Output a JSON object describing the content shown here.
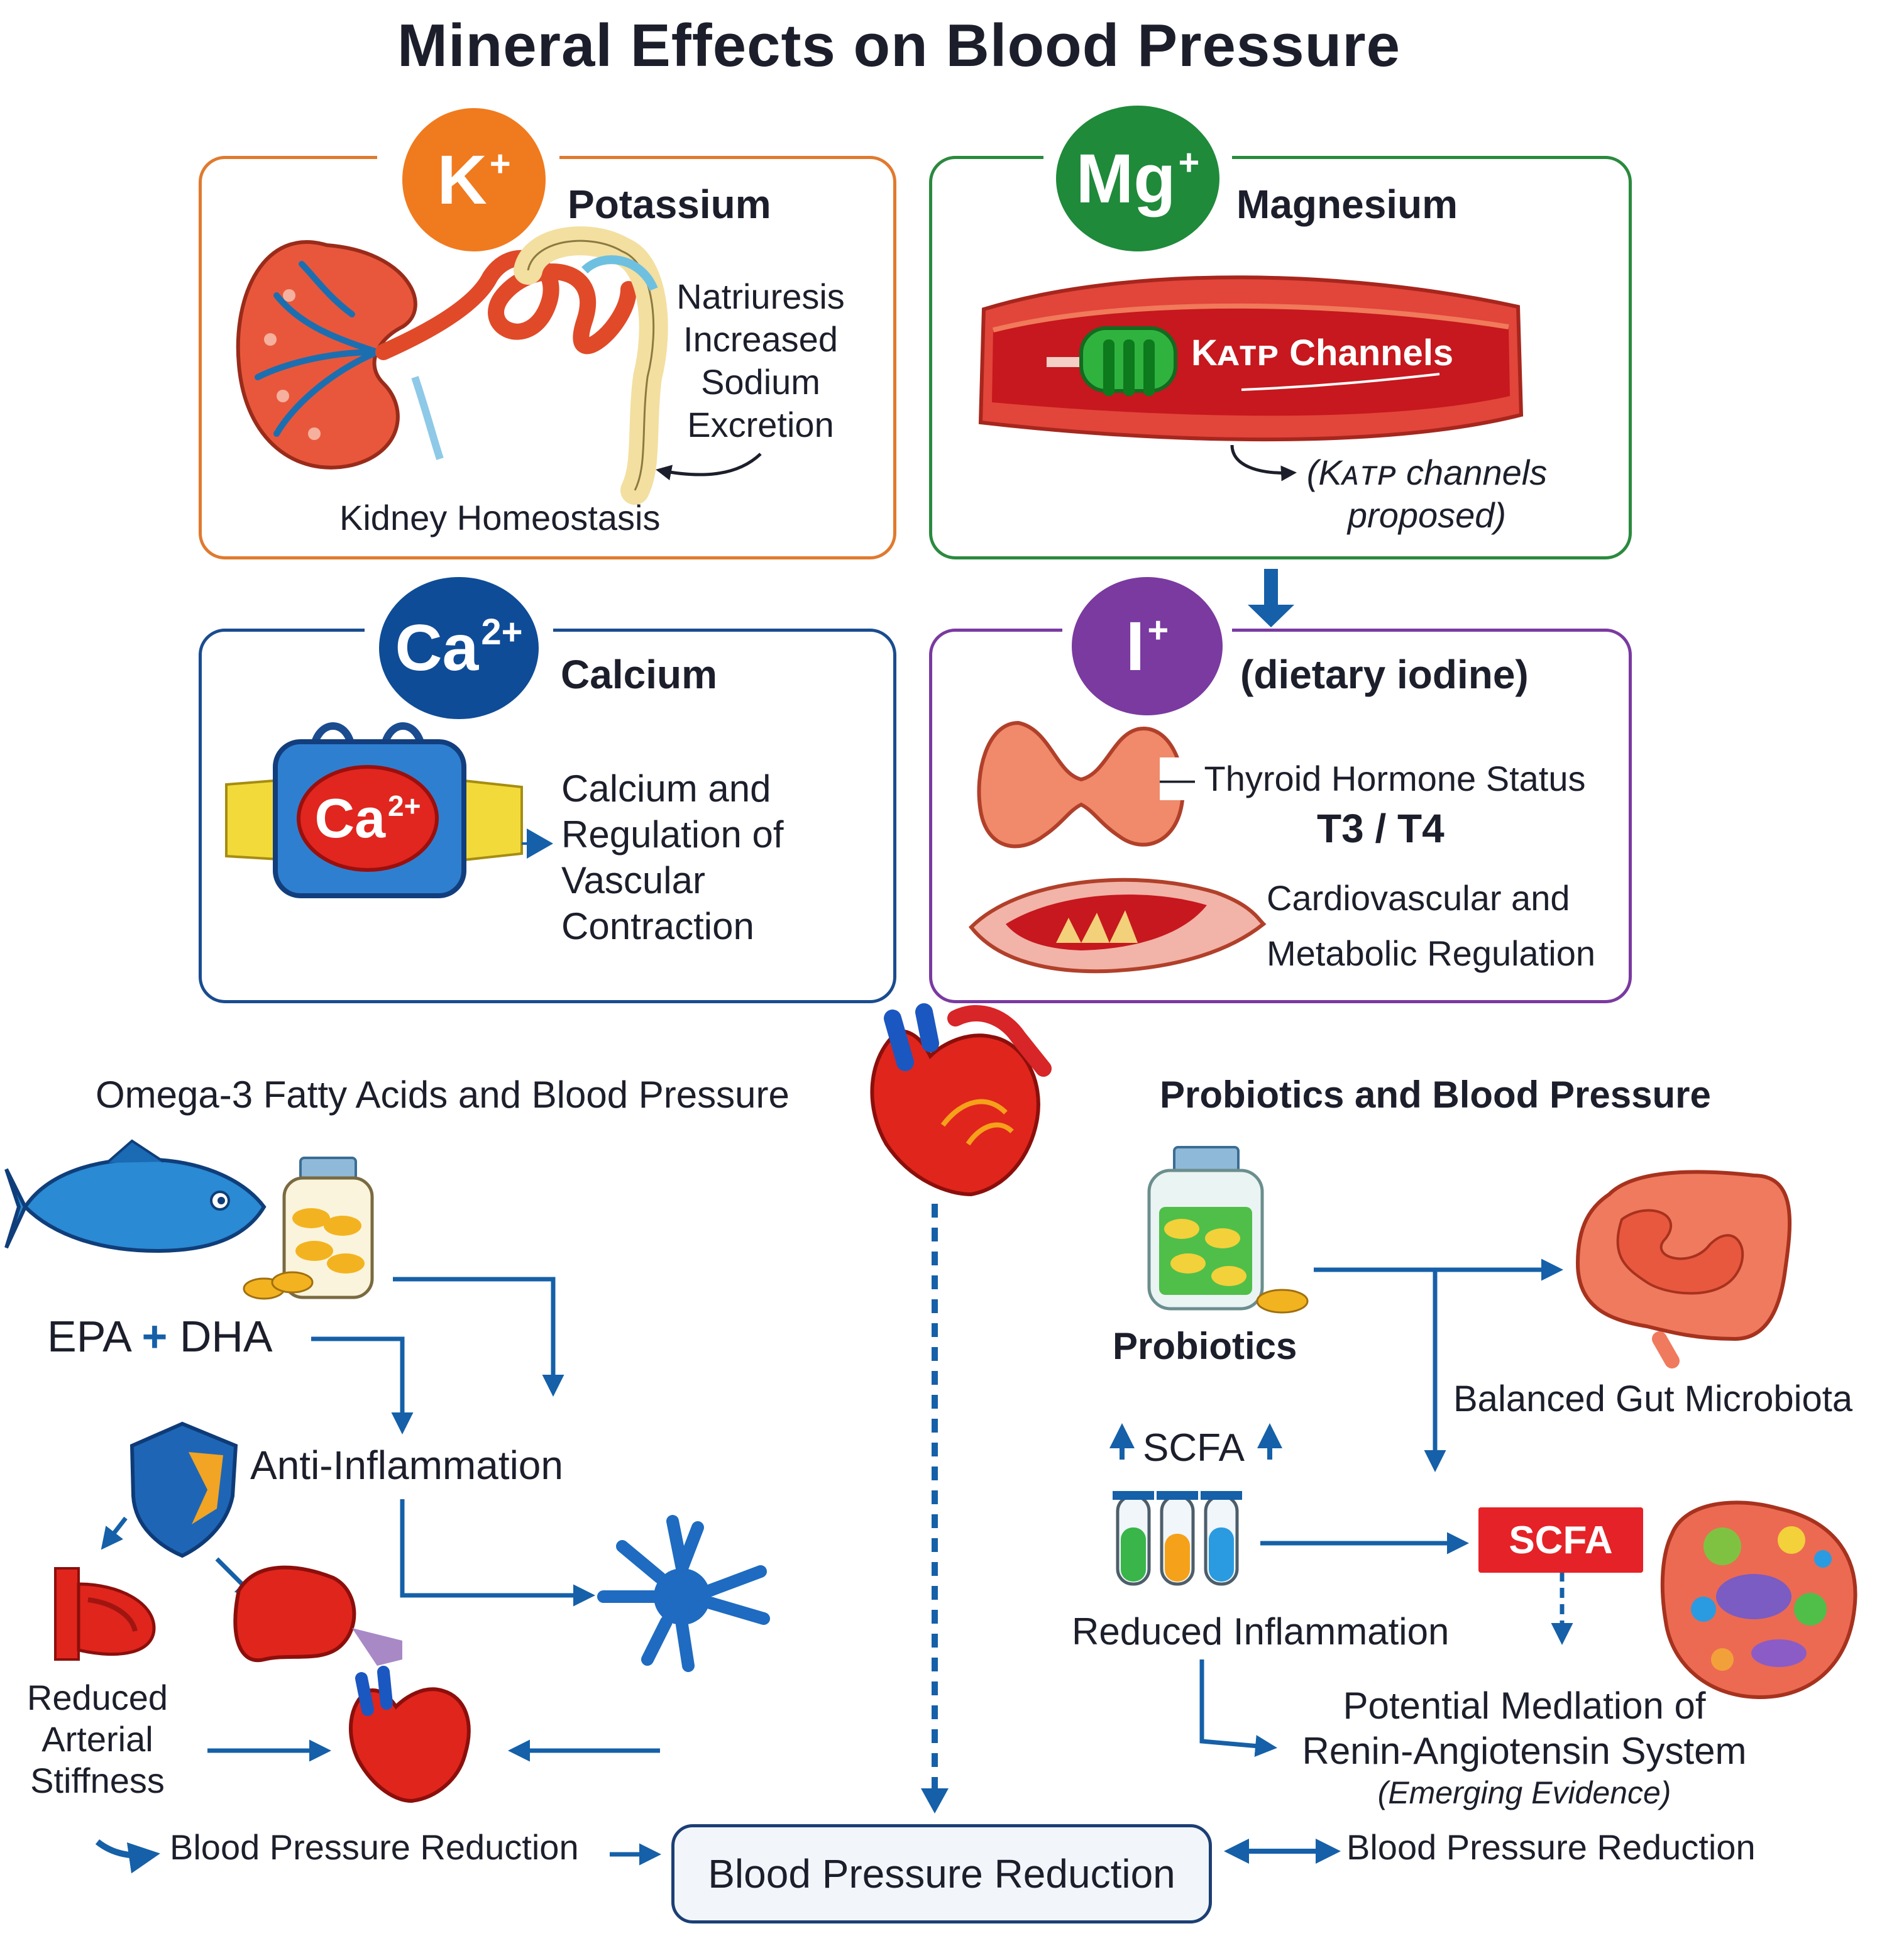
{
  "title": "Mineral Effects on Blood Pressure",
  "colors": {
    "potassium": "#f07a1e",
    "magnesium": "#1f8a3a",
    "calcium": "#0f4c97",
    "iodine": "#7a3aa0",
    "arrow": "#1560a8",
    "scfa": "#e52227"
  },
  "potassium": {
    "symbol": "K",
    "charge": "+",
    "name": "Potassium",
    "effect_lines": [
      "Natriuresis",
      "Increased",
      "Sodium",
      "Excretion"
    ],
    "caption": "Kidney Homeostasis"
  },
  "magnesium": {
    "symbol": "Mg",
    "charge": "+",
    "name": "Magnesium",
    "channel_label": "Kᴀᴛᴘ Channels",
    "note_line1": "(Kᴀᴛᴘ channels",
    "note_line2": "proposed)"
  },
  "calcium": {
    "symbol": "Ca",
    "charge": "2+",
    "name": "Calcium",
    "inner_symbol": "Ca",
    "inner_charge": "2+",
    "effect_lines": [
      "Calcium and",
      "Regulation of",
      "Vascular",
      "Contraction"
    ]
  },
  "iodine": {
    "symbol": "I",
    "charge": "+",
    "name": "(dietary iodine)",
    "thyroid_label": "— Thyroid Hormone Status",
    "hormones": "T3 / T4",
    "effect_line1": "Cardiovascular and",
    "effect_line2": "Metabolic Regulation"
  },
  "omega3": {
    "heading": "Omega-3 Fatty Acids and Blood Pressure",
    "epa": "EPA",
    "plus": "+",
    "dha": "DHA",
    "anti_inflammation": "Anti-Inflammation",
    "stiffness_lines": [
      "Reduced",
      "Arterial",
      "Stiffness"
    ],
    "bp_reduction": "Blood Pressure Reduction"
  },
  "probiotics": {
    "heading": "Probiotics and Blood Pressure",
    "label": "Probiotics",
    "gut": "Balanced Gut Microbiota",
    "scfa_up": "SCFA",
    "scfa_box": "SCFA",
    "reduced_inflammation": "Reduced Inflammation",
    "ras_line1": "Potential Medlation of",
    "ras_line2": "Renin-Angiotensin System",
    "evidence": "(Emerging Evidence)",
    "bp_reduction": "Blood Pressure Reduction"
  },
  "center_box": "Blood Pressure Reduction"
}
